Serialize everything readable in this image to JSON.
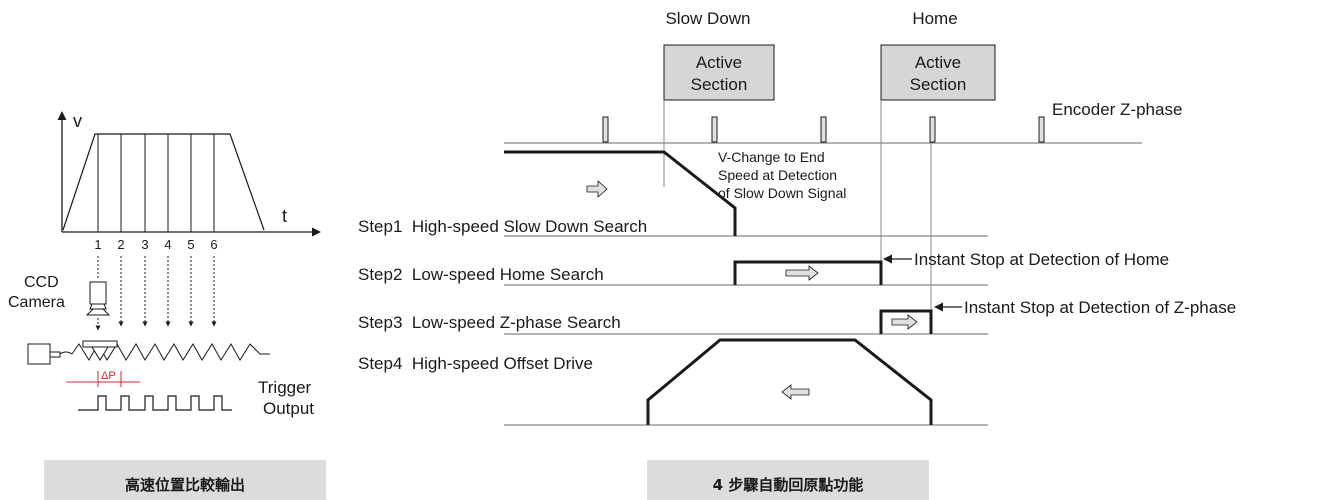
{
  "left_panel": {
    "axis_v": "v",
    "axis_t": "t",
    "pulse_numbers": [
      "1",
      "2",
      "3",
      "4",
      "5",
      "6"
    ],
    "camera_label_line1": "CCD",
    "camera_label_line2": "Camera",
    "delta_p": "ΔP",
    "trigger_line1": "Trigger",
    "trigger_line2": "Output",
    "caption": "高速位置比較輸出"
  },
  "right_panel": {
    "slow_down_title": "Slow Down",
    "home_title": "Home",
    "active_section_line1": "Active",
    "active_section_line2": "Section",
    "encoder_label": "Encoder Z-phase",
    "vchange_line1": "V-Change to End",
    "vchange_line2": "Speed at Detection",
    "vchange_line3": "of Slow Down Signal",
    "steps": [
      "Step1  High-speed Slow Down Search",
      "Step2  Low-speed Home Search",
      "Step3  Low-speed Z-phase Search",
      "Step4  High-speed Offset Drive"
    ],
    "instant_stop_home": "Instant Stop at Detection of Home",
    "instant_stop_z": "Instant Stop at Detection of Z-phase",
    "caption": "4 步驟自動回原點功能"
  },
  "colors": {
    "line": "#1a1a1a",
    "gray_line": "#888888",
    "box_fill": "#d6d6d6",
    "caption_bg": "#dcdcdc",
    "accent_red": "#d9262b"
  }
}
